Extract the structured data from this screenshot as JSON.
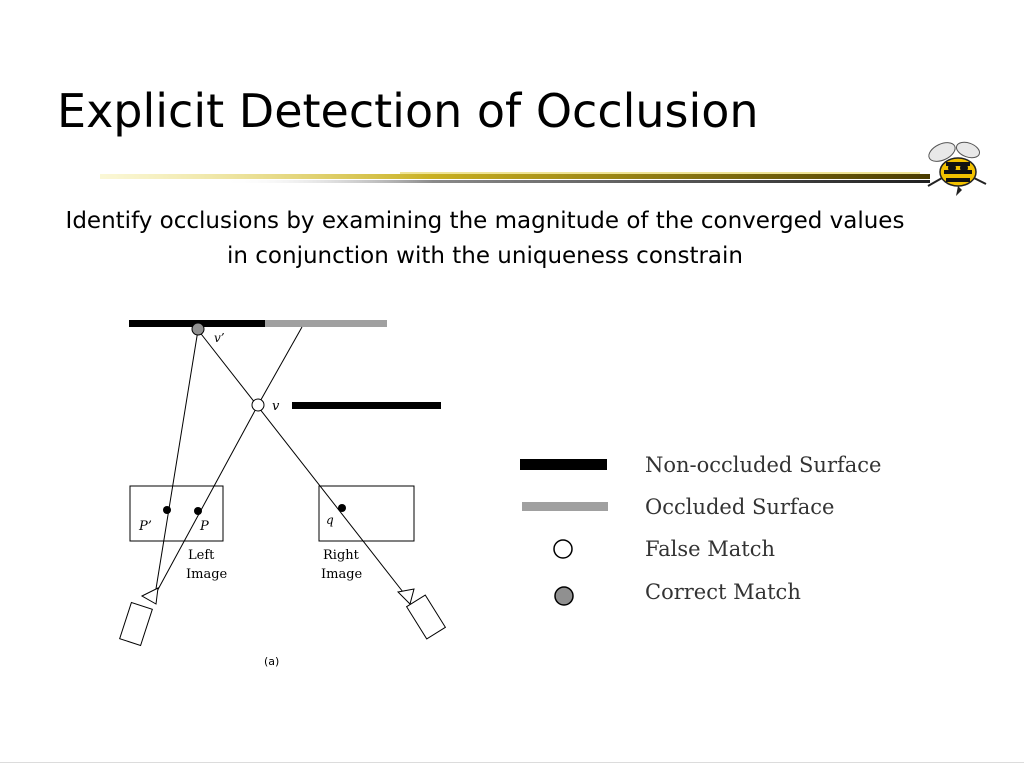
{
  "slide": {
    "title": "Explicit Detection of Occlusion",
    "body": "Identify occlusions by examining the magnitude of the converged values in conjunction with the uniqueness constrain"
  },
  "diagram": {
    "labels": {
      "v_prime": "v’",
      "v": "v",
      "p_prime": "P’",
      "p": "P",
      "q": "q",
      "left_image_line1": "Left",
      "left_image_line2": "Image",
      "right_image_line1": "Right",
      "right_image_line2": "Image",
      "caption": "(a)"
    },
    "legend": [
      {
        "key": "non-occluded",
        "label": "Non-occluded Surface"
      },
      {
        "key": "occluded",
        "label": "Occluded Surface"
      },
      {
        "key": "false-match",
        "label": "False Match"
      },
      {
        "key": "correct-match",
        "label": "Correct Match"
      }
    ]
  },
  "colors": {
    "non_occluded": "#000000",
    "occluded": "#a0a0a0",
    "correct_match_fill": "#909090",
    "rule_gold": "#c8a800"
  }
}
